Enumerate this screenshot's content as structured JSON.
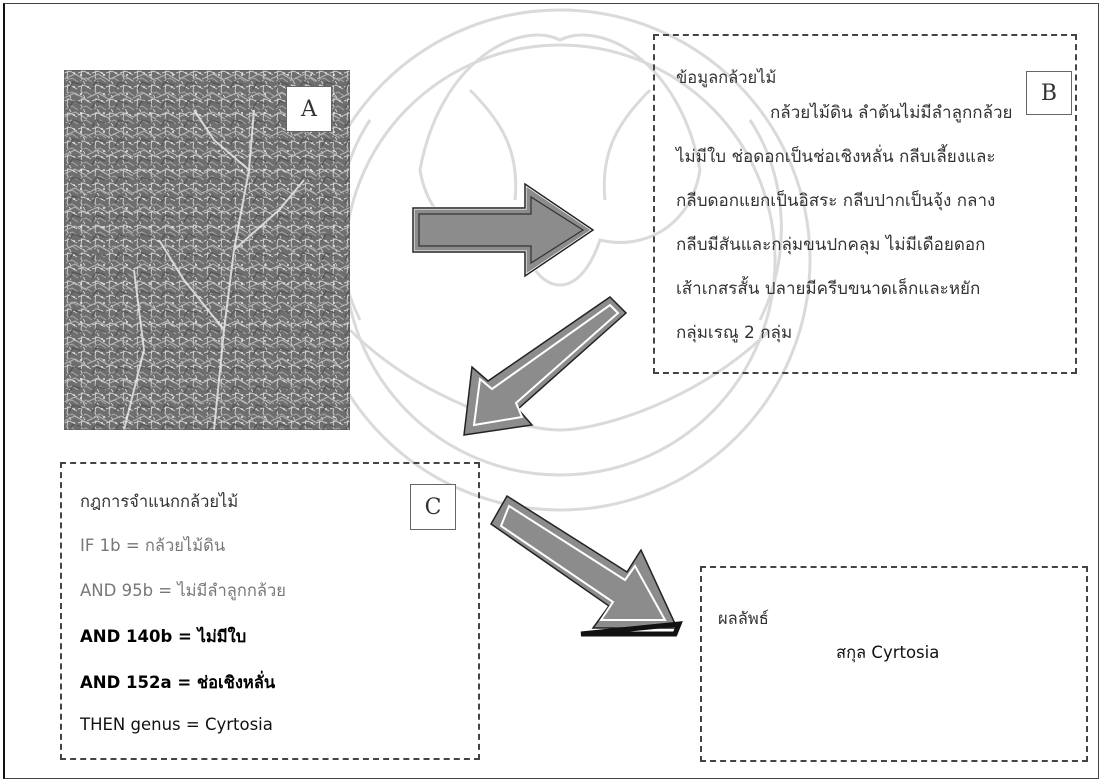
{
  "photo": {
    "label": "A"
  },
  "info_box": {
    "label": "B",
    "title": "ข้อมูลกล้วยไม้",
    "lines": [
      "กล้วยไม้ดิน ลำต้นไม่มีลำลูกกล้วย",
      "ไม่มีใบ ช่อดอกเป็นช่อเชิงหลั่น กลีบเลี้ยงและ",
      "กลีบดอกแยกเป็นอิสระ กลีบปากเป็นจุ้ง กลาง",
      "กลีบมีสันและกลุ่มขนปกคลุม ไม่มีเดือยดอก",
      "เส้าเกสรสั้น ปลายมีครีบขนาดเล็กและหยัก",
      "กลุ่มเรณู 2 กลุ่ม"
    ]
  },
  "rules_box": {
    "label": "C",
    "title": "กฎการจำแนกกล้วยไม้",
    "lines": [
      "IF 1b = กล้วยไม้ดิน",
      "AND 95b = ไม่มีลำลูกกล้วย",
      "AND 140b = ไม่มีใบ",
      "AND 152a = ช่อเชิงหลั่น",
      "THEN genus = Cyrtosia"
    ]
  },
  "result_box": {
    "title": "ผลลัพธ์",
    "value": "สกุล Cyrtosia"
  },
  "colors": {
    "arrow_fill": "#8c8c8c",
    "dash_border": "#444444",
    "watermark": "#d9d9d9"
  }
}
